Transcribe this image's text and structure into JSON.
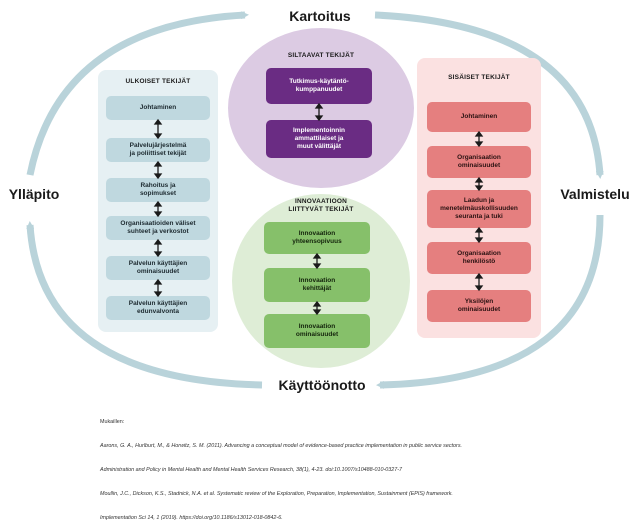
{
  "phases": {
    "top": "Kartoitus",
    "right": "Valmistelu",
    "bottom": "Käyttöönotto",
    "left": "Ylläpito"
  },
  "outer": {
    "title": "ULKOISET TEKIJÄT",
    "items": [
      "Johtaminen",
      "Palvelujärjestelmä\nja poliittiset tekijät",
      "Rahoitus ja\nsopimukset",
      "Organisaatioiden väliset\nsuhteet ja verkostot",
      "Palvelun käyttäjien\nominaisuudet",
      "Palvelun käyttäjien\nedunvalvonta"
    ]
  },
  "inner": {
    "title": "SISÄISET TEKIJÄT",
    "items": [
      "Johtaminen",
      "Organisaation\nominaisuudet",
      "Laadun ja\nmenetelmäuskollisuuden\nseuranta ja tuki",
      "Organisaation\nhenkilöstö",
      "Yksilöjen\nominaisuudet"
    ]
  },
  "bridging": {
    "title": "SILTAAVAT TEKIJÄT",
    "items": [
      "Tutkimus-käytäntö-\nkumppanuudet",
      "Implementoinnin\nammattilaiset ja\nmuut välittäjät"
    ]
  },
  "innovation": {
    "title": "INNOVAATIOON\nLIITTYVÄT TEKIJÄT",
    "items": [
      "Innovaation\nyhteensopivuus",
      "Innovaation\nkehittäjät",
      "Innovaation\nominaisuudet"
    ]
  },
  "references": {
    "heading": "Mukaillen:",
    "lines": [
      "Aarons, G. A., Hurlburt, M., & Horwitz, S. M. (2011). Advancing a conceptual model of evidence-based practice implementation in public service sectors.",
      "Administration and Policy in Mental Health and Mental Health Services Research, 38(1), 4-23. doi:10.1007/s10488-010-0327-7",
      "Moullin, J.C., Dickson, K.S., Stadnick, N.A. et al. Systematic review of the Exploration, Preparation, Implementation, Sustainment (EPIS) framework.",
      "Implementation Sci 14, 1 (2019). https://doi.org/10.1186/s13012-018-0842-6."
    ]
  },
  "colors": {
    "cycle_arrow": "#b9d3da",
    "outer_panel": "#e6f0f3",
    "inner_panel": "#fbe1e1",
    "bridging_circle": "#dccbe3",
    "innovation_circle": "#deedd6"
  }
}
